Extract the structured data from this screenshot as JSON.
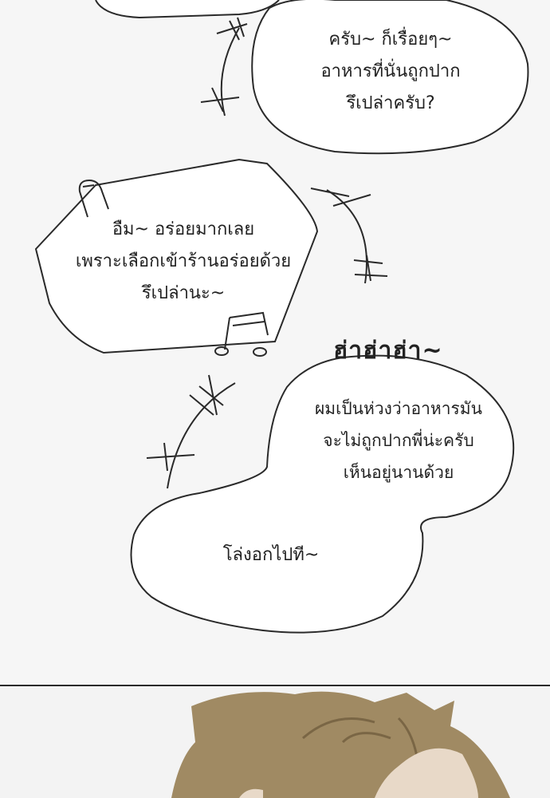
{
  "bubbles": {
    "top_reply": "ครับ~ ก็เรื่อยๆ~\nอาหารที่นั่นถูกปาก\nรึเปล่าครับ?",
    "hexagon_reply": "อืม~ อร่อยมากเลย\nเพราะเลือกเข้าร้านอร่อยด้วย\nรึเปล่านะ~",
    "worry_reply": "ผมเป็นห่วงว่าอาหารมัน\nจะไม่ถูกปากพี่น่ะครับ\nเห็นอยู่นานด้วย",
    "relief_reply": "โล่งอกไปที~"
  },
  "sound_effects": {
    "laugh": "ฮ่าฮ่าฮ่า~"
  },
  "colors": {
    "background": "#f6f6f6",
    "bubble_fill": "#ffffff",
    "outline": "#2a2a2a",
    "hair": "#a08a63",
    "skin": "#e8d9c8"
  }
}
